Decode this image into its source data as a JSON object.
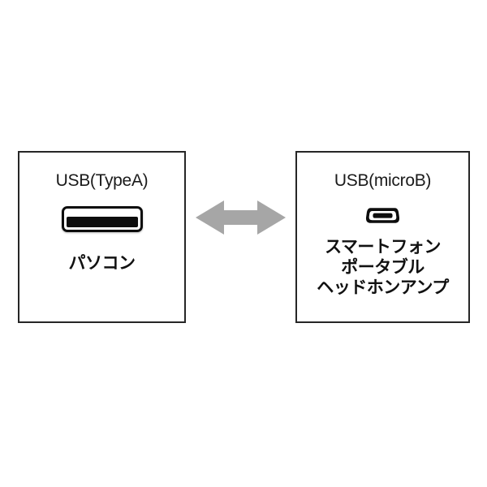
{
  "diagram": {
    "title_text": "",
    "background_color": "#ffffff",
    "box_border_color": "#262626",
    "arrow_color": "#a6a6a6",
    "connector_color": "#0d0d0d",
    "left": {
      "port_label": "USB(TypeA)",
      "connector_icon": "usb-type-a-connector-icon",
      "device_names": [
        "パソコン"
      ]
    },
    "right": {
      "port_label": "USB(microB)",
      "connector_icon": "usb-micro-b-connector-icon",
      "device_names": [
        "スマートフォン",
        "ポータブル",
        "ヘッドホンアンプ"
      ]
    },
    "connection": {
      "icon": "double-headed-arrow-icon",
      "direction": "bidirectional"
    }
  }
}
